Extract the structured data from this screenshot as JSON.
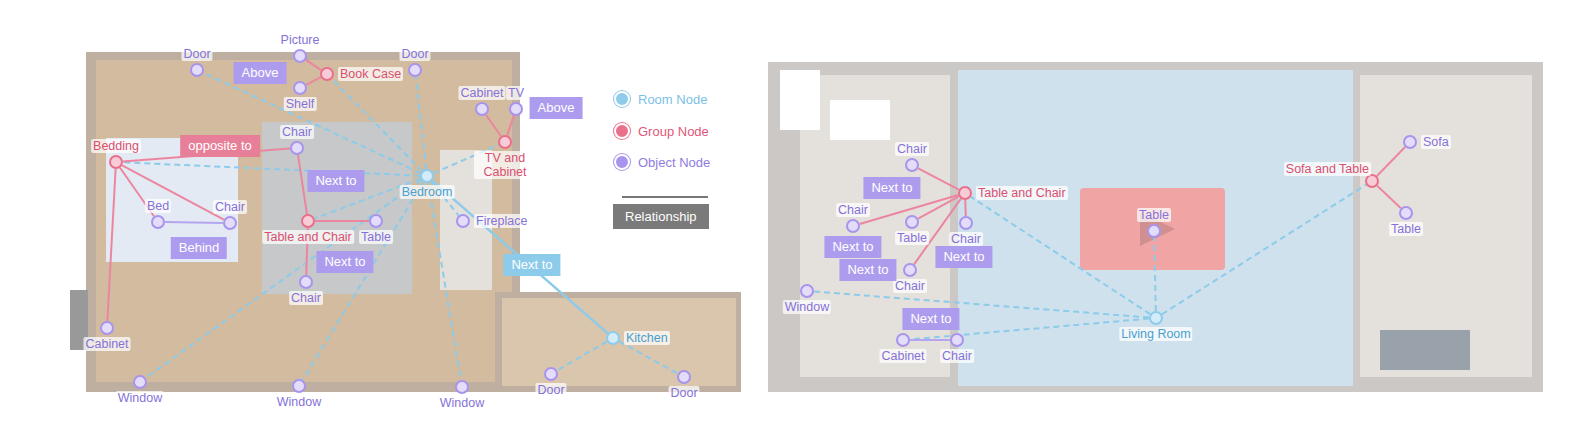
{
  "diagram": {
    "nodes": [
      {
        "text": [
          "Bedroom"
        ]
      },
      {
        "text": [
          "Kitchen"
        ]
      },
      {
        "text": [
          "Book Case"
        ]
      },
      {
        "text": [
          "TV and Cabinet"
        ]
      },
      {
        "text": [
          "Bedding"
        ]
      },
      {
        "text": [
          "Table and Chair"
        ]
      },
      {
        "text": [
          "Door"
        ]
      },
      {
        "text": [
          "Picture"
        ]
      },
      {
        "text": [
          "Shelf"
        ]
      },
      {
        "text": [
          "Door"
        ]
      },
      {
        "text": [
          "Cabinet"
        ]
      },
      {
        "text": [
          "TV"
        ]
      },
      {
        "text": [
          "Chair"
        ]
      },
      {
        "text": [
          "Bed"
        ]
      },
      {
        "text": [
          "Chair"
        ]
      },
      {
        "text": [
          "Table"
        ]
      },
      {
        "text": [
          "Chair"
        ]
      },
      {
        "text": [
          "Cabinet"
        ]
      },
      {
        "text": [
          "Fireplace"
        ]
      },
      {
        "text": [
          "Window"
        ]
      },
      {
        "text": [
          "Window"
        ]
      },
      {
        "text": [
          "Window"
        ]
      },
      {
        "text": [
          "Door"
        ]
      },
      {
        "text": [
          "Door"
        ]
      },
      {
        "text": [
          "Living Room"
        ]
      },
      {
        "text": [
          "Table and Chair"
        ]
      },
      {
        "text": [
          "Sofa and Table"
        ]
      },
      {
        "text": [
          "Chair"
        ]
      },
      {
        "text": [
          "Chair"
        ]
      },
      {
        "text": [
          "Table"
        ]
      },
      {
        "text": [
          "Chair"
        ]
      },
      {
        "text": [
          "Chair"
        ]
      },
      {
        "text": [
          "Table"
        ]
      },
      {
        "text": [
          "Sofa"
        ]
      },
      {
        "text": [
          "Table"
        ]
      },
      {
        "text": [
          "Window"
        ]
      },
      {
        "text": [
          "Cabinet"
        ]
      },
      {
        "text": [
          "Chair"
        ]
      }
    ],
    "edges": [
      {
        "from": 0,
        "to": 6,
        "arrow": "none"
      },
      {
        "from": 0,
        "to": 2,
        "arrow": "none"
      },
      {
        "from": 0,
        "to": 9,
        "arrow": "none"
      },
      {
        "from": 0,
        "to": 3,
        "arrow": "none"
      },
      {
        "from": 0,
        "to": 4,
        "arrow": "none"
      },
      {
        "from": 0,
        "to": 5,
        "arrow": "none"
      },
      {
        "from": 0,
        "to": 18,
        "arrow": "none"
      },
      {
        "from": 0,
        "to": 19,
        "arrow": "none"
      },
      {
        "from": 0,
        "to": 20,
        "arrow": "none"
      },
      {
        "from": 0,
        "to": 21,
        "arrow": "none"
      },
      {
        "from": 0,
        "to": 1,
        "label": "Next to",
        "arrow": "none"
      },
      {
        "from": 1,
        "to": 22,
        "arrow": "none"
      },
      {
        "from": 1,
        "to": 23,
        "arrow": "none"
      },
      {
        "from": 2,
        "to": 7,
        "label": "Above",
        "arrow": "none"
      },
      {
        "from": 2,
        "to": 8,
        "arrow": "none"
      },
      {
        "from": 3,
        "to": 10,
        "arrow": "none"
      },
      {
        "from": 3,
        "to": 11,
        "label": "Above",
        "arrow": "none"
      },
      {
        "from": 4,
        "to": 13,
        "arrow": "none"
      },
      {
        "from": 4,
        "to": 14,
        "arrow": "none"
      },
      {
        "from": 4,
        "to": 17,
        "arrow": "none"
      },
      {
        "from": 4,
        "to": 12,
        "label": "opposite to",
        "arrow": "none"
      },
      {
        "from": 5,
        "to": 12,
        "label": "Next to",
        "arrow": "none"
      },
      {
        "from": 5,
        "to": 15,
        "arrow": "none"
      },
      {
        "from": 5,
        "to": 16,
        "label": "Next to",
        "arrow": "none"
      },
      {
        "from": 13,
        "to": 14,
        "label": "Behind",
        "arrow": "none"
      },
      {
        "from": 24,
        "to": 25,
        "arrow": "none"
      },
      {
        "from": 24,
        "to": 32,
        "arrow": "none"
      },
      {
        "from": 24,
        "to": 26,
        "arrow": "none"
      },
      {
        "from": 24,
        "to": 35,
        "arrow": "none"
      },
      {
        "from": 24,
        "to": 36,
        "arrow": "none"
      },
      {
        "from": 36,
        "to": 37,
        "label": "Next to",
        "arrow": "none"
      },
      {
        "from": 25,
        "to": 27,
        "label": "Next to",
        "arrow": "none"
      },
      {
        "from": 25,
        "to": 28,
        "label": "Next to",
        "arrow": "none"
      },
      {
        "from": 25,
        "to": 29,
        "arrow": "none"
      },
      {
        "from": 25,
        "to": 30,
        "label": "Next to",
        "arrow": "none"
      },
      {
        "from": 25,
        "to": 31,
        "label": "Next to",
        "arrow": "none"
      },
      {
        "from": 26,
        "to": 33,
        "arrow": "none"
      },
      {
        "from": 26,
        "to": 34,
        "arrow": "none"
      }
    ],
    "legend": [
      {
        "text": "Room Node",
        "color": "#8fcbeb"
      },
      {
        "text": "Group Node",
        "color": "#e8708a"
      },
      {
        "text": "Object Node",
        "color": "#a894ec"
      },
      {
        "text": "Relationship"
      }
    ]
  }
}
